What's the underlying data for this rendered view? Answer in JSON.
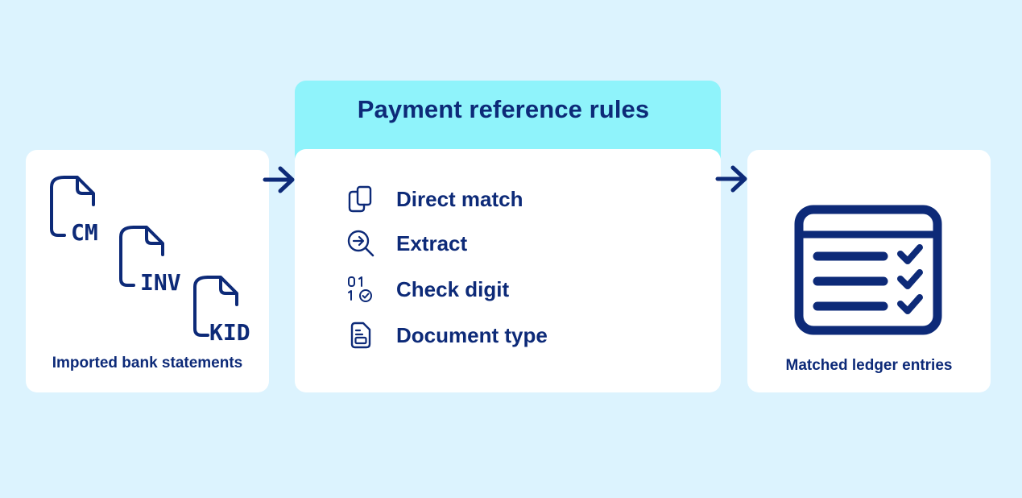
{
  "colors": {
    "background": "#dcf3fe",
    "card": "#ffffff",
    "header": "#8ff3fb",
    "ink": "#0d2a78"
  },
  "left": {
    "documents": [
      {
        "label": "CM",
        "icon": "file-icon"
      },
      {
        "label": "INV",
        "icon": "file-icon"
      },
      {
        "label": "KID",
        "icon": "file-icon"
      }
    ],
    "caption": "Imported bank statements"
  },
  "middle": {
    "title": "Payment reference rules",
    "rules": [
      {
        "label": "Direct match",
        "icon": "copy-icon"
      },
      {
        "label": "Extract",
        "icon": "search-arrow-icon"
      },
      {
        "label": "Check digit",
        "icon": "binary-check-icon"
      },
      {
        "label": "Document type",
        "icon": "document-icon"
      }
    ]
  },
  "right": {
    "caption": "Matched ledger entries",
    "icon": "checklist-window-icon"
  },
  "connectors": [
    {
      "icon": "arrow-right-icon"
    },
    {
      "icon": "arrow-right-icon"
    }
  ]
}
